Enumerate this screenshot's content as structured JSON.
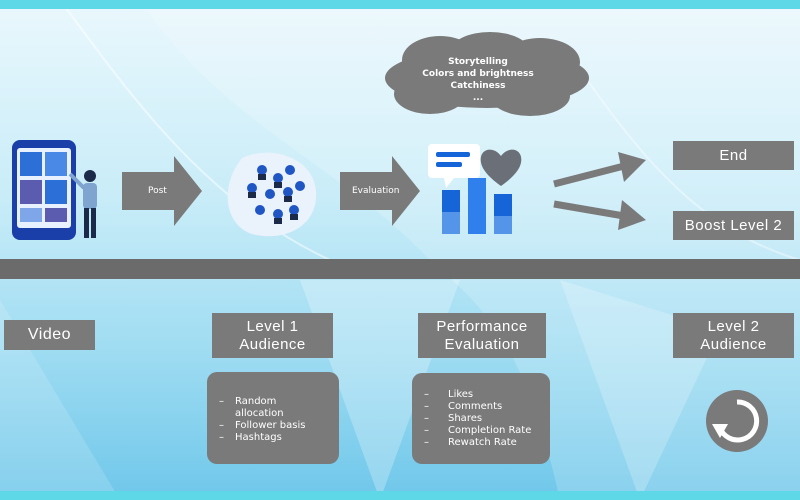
{
  "flow": {
    "post_label": "Post",
    "evaluation_label": "Evaluation"
  },
  "cloud": {
    "lines": [
      "Storytelling",
      "Colors and brightness",
      "Catchiness",
      "..."
    ]
  },
  "outcomes": {
    "end": "End",
    "boost": "Boost Level 2"
  },
  "stages": {
    "video": "Video",
    "level1": [
      "Level 1",
      "Audience"
    ],
    "performance": [
      "Performance",
      "Evaluation"
    ],
    "level2": [
      "Level 2",
      "Audience"
    ]
  },
  "level1_details": [
    "Random allocation",
    "Follower basis",
    "Hashtags"
  ],
  "performance_details": [
    "Likes",
    "Comments",
    "Shares",
    "Completion Rate",
    "Rewatch Rate"
  ],
  "colors": {
    "label_bg": "#7a7a7a",
    "band": "#6b6b6b",
    "accent_cyan": "#5ed8e6",
    "chart_blue": "#1565d8"
  },
  "icons": {
    "phone": "phone-person-icon",
    "audience": "audience-cluster-icon",
    "chart": "chart-heart-icon",
    "replay": "replay-icon"
  }
}
